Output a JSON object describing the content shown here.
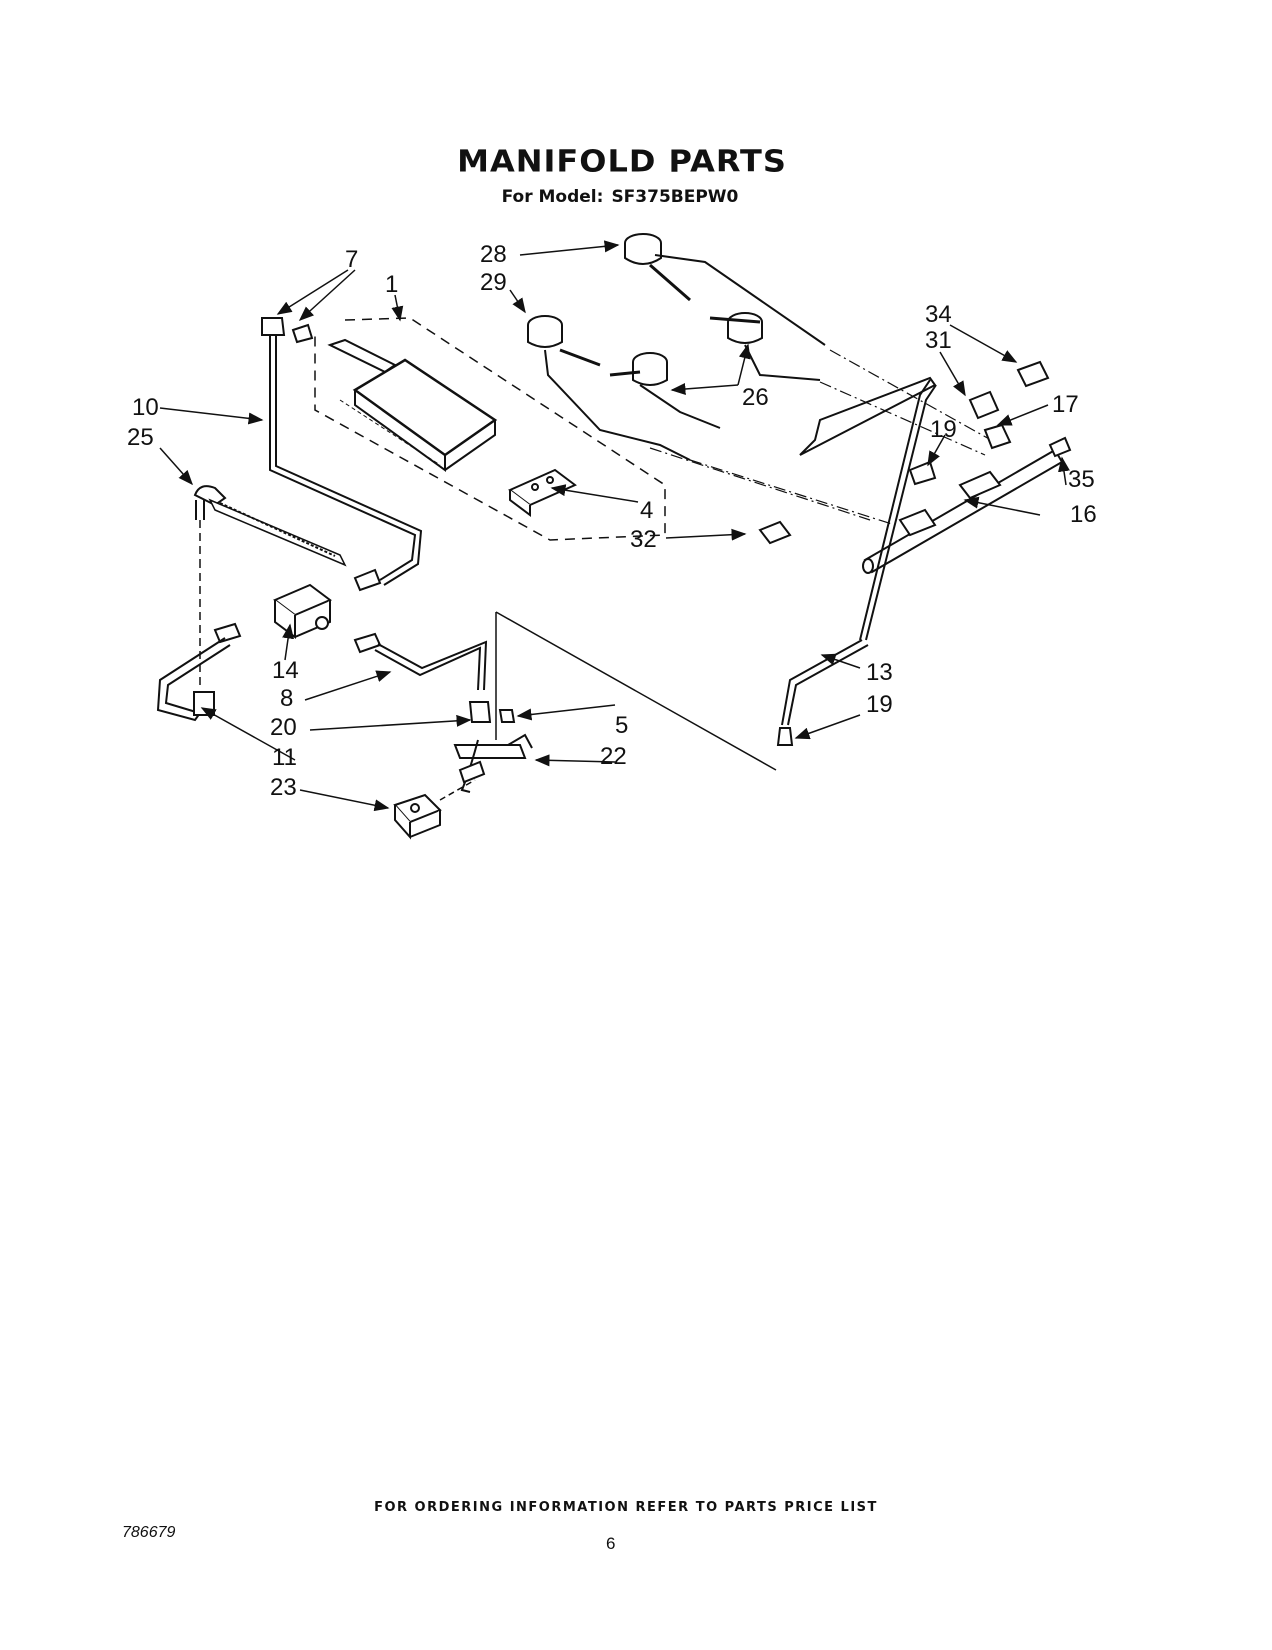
{
  "title": "MANIFOLD PARTS",
  "subtitle_prefix": "For Model:",
  "model": "SF375BEPW0",
  "callouts": {
    "c7": "7",
    "c1": "1",
    "c28": "28",
    "c29": "29",
    "c34": "34",
    "c31": "31",
    "c17": "17",
    "c10": "10",
    "c25": "25",
    "c26": "26",
    "c19a": "19",
    "c35": "35",
    "c16": "16",
    "c4": "4",
    "c32": "32",
    "c14": "14",
    "c8": "8",
    "c13": "13",
    "c19b": "19",
    "c20": "20",
    "c5": "5",
    "c11": "11",
    "c22": "22",
    "c23": "23"
  },
  "footer": "FOR ORDERING INFORMATION REFER TO PARTS PRICE LIST",
  "doc_number": "786679",
  "page_number": "6"
}
